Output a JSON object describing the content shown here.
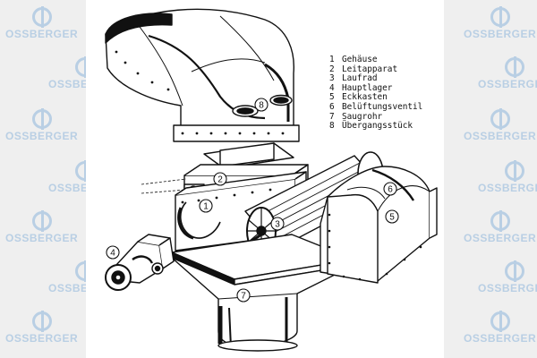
{
  "watermark": {
    "brand": "OSSBERGER"
  },
  "legend": {
    "items": [
      {
        "num": "1",
        "label": "Gehäuse"
      },
      {
        "num": "2",
        "label": "Leitapparat"
      },
      {
        "num": "3",
        "label": "Laufrad"
      },
      {
        "num": "4",
        "label": "Hauptlager"
      },
      {
        "num": "5",
        "label": "Eckkasten"
      },
      {
        "num": "6",
        "label": "Belüftungsventil"
      },
      {
        "num": "7",
        "label": "Saugrohr"
      },
      {
        "num": "8",
        "label": "Übergangsstück"
      }
    ]
  },
  "callouts": [
    "8",
    "2",
    "1",
    "3",
    "6",
    "5",
    "4",
    "7"
  ],
  "colors": {
    "ink": "#111111",
    "watermark": "#b9cfe4",
    "paper": "#ffffff"
  }
}
